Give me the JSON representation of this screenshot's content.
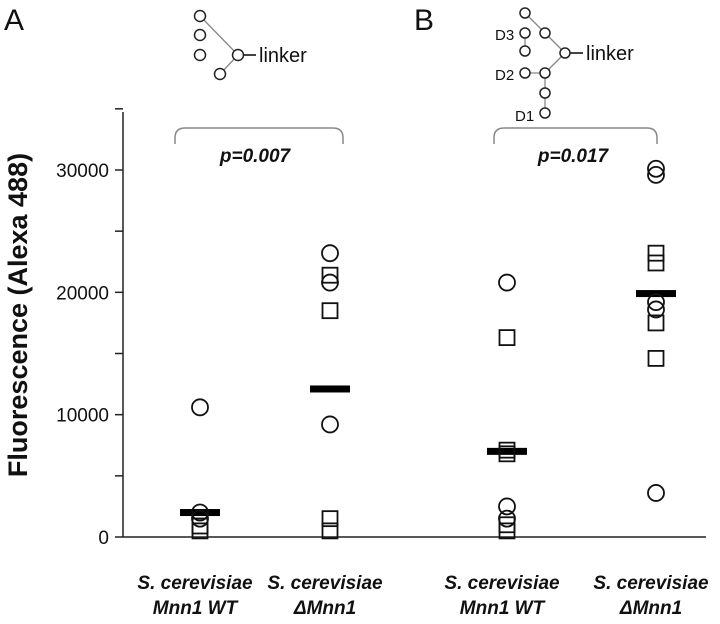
{
  "chart_data": {
    "type": "scatter",
    "ylabel": "Fluorescence (Alexa 488)",
    "ylim": [
      0,
      35000
    ],
    "yticks": [
      0,
      10000,
      20000,
      30000
    ],
    "ytick_labels": [
      "0",
      "10000",
      "20000",
      "30000"
    ],
    "panels": [
      {
        "letter": "A",
        "glycan_label": "linker",
        "glycan_branch_labels": [],
        "p_value": "p=0.007",
        "groups": [
          {
            "label_line1": "S. cerevisiae",
            "label_line2": "Mnn1 WT",
            "median": 2000,
            "points": [
              {
                "shape": "circle",
                "y": 10600
              },
              {
                "shape": "circle",
                "y": 2000
              },
              {
                "shape": "circle",
                "y": 1500
              },
              {
                "shape": "square",
                "y": 900
              },
              {
                "shape": "square",
                "y": 500
              }
            ]
          },
          {
            "label_line1": "S. cerevisiae",
            "label_line2": "ΔMnn1",
            "median": 12100,
            "points": [
              {
                "shape": "circle",
                "y": 23200
              },
              {
                "shape": "square",
                "y": 21400
              },
              {
                "shape": "circle",
                "y": 20800
              },
              {
                "shape": "square",
                "y": 18500
              },
              {
                "shape": "circle",
                "y": 9200
              },
              {
                "shape": "square",
                "y": 1500
              },
              {
                "shape": "square",
                "y": 500
              }
            ]
          }
        ]
      },
      {
        "letter": "B",
        "glycan_label": "linker",
        "glycan_branch_labels": [
          "D3",
          "D2",
          "D1"
        ],
        "p_value": "p=0.017",
        "groups": [
          {
            "label_line1": "S. cerevisiae",
            "label_line2": "Mnn1 WT",
            "median": 7000,
            "points": [
              {
                "shape": "circle",
                "y": 20800
              },
              {
                "shape": "square",
                "y": 16300
              },
              {
                "shape": "square",
                "y": 7100
              },
              {
                "shape": "square",
                "y": 6800
              },
              {
                "shape": "circle",
                "y": 2500
              },
              {
                "shape": "circle",
                "y": 1500
              },
              {
                "shape": "square",
                "y": 1000
              },
              {
                "shape": "square",
                "y": 500
              }
            ]
          },
          {
            "label_line1": "S. cerevisiae",
            "label_line2": "ΔMnn1",
            "median": 19900,
            "points": [
              {
                "shape": "circle",
                "y": 30100
              },
              {
                "shape": "circle",
                "y": 29600
              },
              {
                "shape": "square",
                "y": 23200
              },
              {
                "shape": "square",
                "y": 22400
              },
              {
                "shape": "circle",
                "y": 19200
              },
              {
                "shape": "circle",
                "y": 18600
              },
              {
                "shape": "square",
                "y": 17500
              },
              {
                "shape": "square",
                "y": 14600
              },
              {
                "shape": "circle",
                "y": 3600
              }
            ]
          }
        ]
      }
    ]
  }
}
